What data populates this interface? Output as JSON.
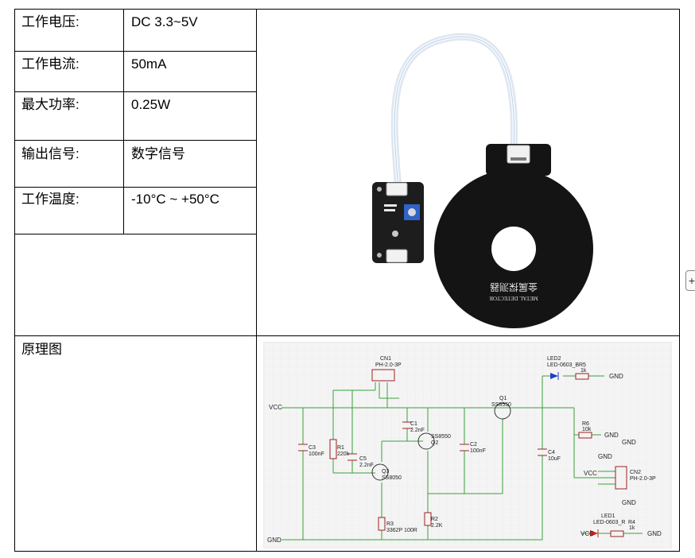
{
  "specs": [
    {
      "label": "工作电压:",
      "value": "DC 3.3~5V"
    },
    {
      "label": "工作电流:",
      "value": "50mA"
    },
    {
      "label": "最大功率:",
      "value": "0.25W"
    },
    {
      "label": "输出信号:",
      "value": "数字信号"
    },
    {
      "label": "工作温度:",
      "value": "-10°C ~ +50°C"
    }
  ],
  "schematic_section": {
    "label": "原理图"
  },
  "photo": {
    "coil_text_cn": "金属探测器",
    "coil_text_en": "METAL DETECTOR"
  },
  "schematic": {
    "vcc": "VCC",
    "gnd": "GND",
    "cn1": "CN1",
    "cn1_type": "PH-2.0-3P",
    "cn2": "CN2",
    "cn2_type": "PH-2.0-3P",
    "c1": "C1",
    "c1_val": "2.2nF",
    "c2": "C2",
    "c2_val": "100nF",
    "c3": "C3",
    "c3_val": "100nF",
    "c4": "C4",
    "c4_val": "10uF",
    "c5": "C5",
    "c5_val": "2.2nF",
    "r1": "R1",
    "r1_val": "220k",
    "r2": "R2",
    "r2_val": "2.2K",
    "r3": "R3",
    "r3_val": "3362P 100R",
    "r4": "R4",
    "r4_val": "1k",
    "r5": "R5",
    "r5_val": "1k",
    "r6": "R6",
    "r6_val": "10k",
    "q1": "Q1",
    "q1_val": "SS8550",
    "q2": "Q2",
    "q2_val": "SS8550",
    "q3": "Q3",
    "q3_val": "SS8050",
    "led1": "LED1",
    "led1_val": "LED-0603_R",
    "led2": "LED2",
    "led2_val": "LED-0603_B"
  }
}
